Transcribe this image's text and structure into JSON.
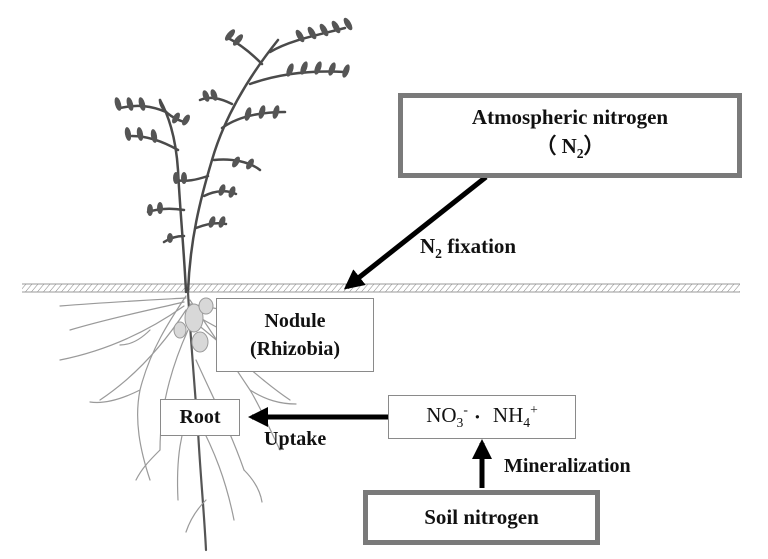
{
  "nodes": {
    "atmospheric": {
      "label": "Atmospheric nitrogen",
      "formula_open": "（ N",
      "formula_sub": "2",
      "formula_close": "）"
    },
    "nodule": {
      "line1": "Nodule",
      "line2": "(Rhizobia)"
    },
    "root": {
      "label": "Root"
    },
    "inorganic": {
      "no3_base": "NO",
      "no3_sub": "3",
      "no3_sup": "-",
      "separator": "·",
      "nh4_base": "NH",
      "nh4_sub": "4",
      "nh4_sup": "+"
    },
    "soil": {
      "label": "Soil nitrogen"
    }
  },
  "edges": {
    "fixation": {
      "pre": "N",
      "sub": "2",
      "post": " fixation"
    },
    "uptake": {
      "label": "Uptake"
    },
    "mineralization": {
      "label": "Mineralization"
    }
  },
  "colors": {
    "box_border": "#7a7a7a",
    "thin_border": "#8a8a8a",
    "arrow": "#000000",
    "plant_stem": "#4a4a4a",
    "roots": "#9a9a9a",
    "nodule_fill": "#d8d8d8",
    "soil_hatch": "#777777"
  }
}
